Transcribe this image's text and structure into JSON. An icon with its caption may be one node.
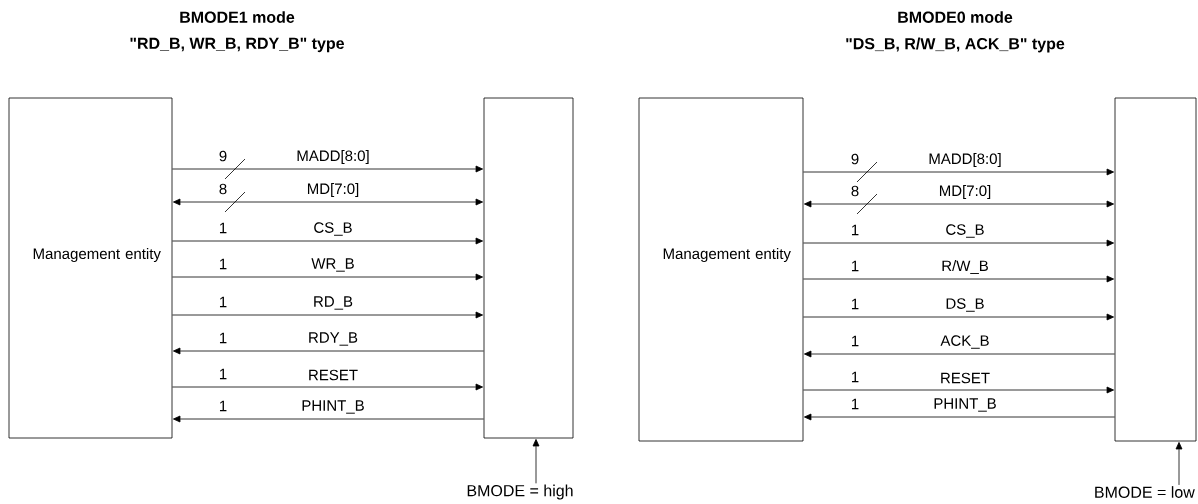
{
  "diagram": {
    "nodes": [
      {
        "text": [
          "Management entity"
        ]
      },
      {
        "text": [],
        "shape": "box"
      },
      {
        "text": [
          "BMODE = high"
        ]
      },
      {
        "text": [
          "Management entity"
        ]
      },
      {
        "text": [],
        "shape": "box"
      },
      {
        "text": [
          "BMODE = low"
        ]
      }
    ],
    "edges": [
      {
        "from": 0,
        "to": 1,
        "arrow": "to",
        "label": "MADD[8:0]"
      },
      {
        "from": 0,
        "to": 1,
        "arrow": "both",
        "label": "MD[7:0]"
      },
      {
        "from": 0,
        "to": 1,
        "arrow": "to",
        "label": "CS_B"
      },
      {
        "from": 0,
        "to": 1,
        "arrow": "to",
        "label": "WR_B"
      },
      {
        "from": 0,
        "to": 1,
        "arrow": "to",
        "label": "RD_B"
      },
      {
        "from": 1,
        "to": 0,
        "arrow": "to",
        "label": "RDY_B"
      },
      {
        "from": 0,
        "to": 1,
        "arrow": "to",
        "label": "RESET"
      },
      {
        "from": 1,
        "to": 0,
        "arrow": "to",
        "label": "PHINT_B"
      },
      {
        "from": 2,
        "to": 1,
        "arrow": "to"
      },
      {
        "from": 3,
        "to": 4,
        "arrow": "to",
        "label": "MADD[8:0]"
      },
      {
        "from": 3,
        "to": 4,
        "arrow": "both",
        "label": "MD[7:0]"
      },
      {
        "from": 3,
        "to": 4,
        "arrow": "to",
        "label": "CS_B"
      },
      {
        "from": 3,
        "to": 4,
        "arrow": "to",
        "label": "R/W_B"
      },
      {
        "from": 3,
        "to": 4,
        "arrow": "to",
        "label": "DS_B"
      },
      {
        "from": 4,
        "to": 3,
        "arrow": "to",
        "label": "ACK_B"
      },
      {
        "from": 3,
        "to": 4,
        "arrow": "to",
        "label": "RESET"
      },
      {
        "from": 4,
        "to": 3,
        "arrow": "to",
        "label": "PHINT_B"
      },
      {
        "from": 5,
        "to": 4,
        "arrow": "to"
      }
    ],
    "labels": [
      "BMODE1 mode",
      "BMODE0 mode",
      "\"RD_B, WR_B, RDY_B\" type",
      "\"DS_B, R/W_B, ACK_B\" type",
      "9",
      "8",
      "1",
      "1",
      "1",
      "1",
      "1",
      "1",
      "9",
      "8",
      "1",
      "1",
      "1",
      "1",
      "1",
      "1"
    ]
  }
}
